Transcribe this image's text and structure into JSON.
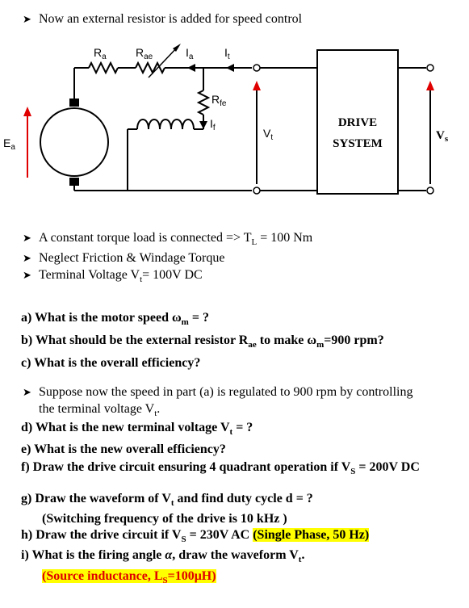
{
  "intro": "Now an external resistor is added for speed control",
  "circuit": {
    "label_ra_main": "R",
    "label_ra_sub": "a",
    "label_rae_main": "R",
    "label_rae_sub": "ae",
    "label_ia_main": "I",
    "label_ia_sub": "a",
    "label_it_main": "I",
    "label_it_sub": "t",
    "label_rfe_main": "R",
    "label_rfe_sub": "fe",
    "label_if_main": "I",
    "label_if_sub": "f",
    "label_vt_main": "V",
    "label_vt_sub": "t",
    "label_ea_main": "E",
    "label_ea_sub": "a",
    "label_vs_main": "V",
    "label_vs_sub": "s",
    "drive_line1": "DRIVE",
    "drive_line2": "SYSTEM"
  },
  "conditions": [
    {
      "pre": "A constant torque load is connected => T",
      "sub": "L",
      "post": " = 100 Nm"
    },
    {
      "pre": "Neglect Friction & Windage Torque",
      "sub": "",
      "post": ""
    },
    {
      "pre": "Terminal Voltage V",
      "sub": "t",
      "post": "= 100V DC"
    }
  ],
  "questions_a": [
    {
      "pre": "a) What is the motor speed ω",
      "sub": "m",
      "post": " = ?"
    },
    {
      "pre": "b) What should be the external resistor R",
      "sub": "ae",
      "post": " to make ω"
    },
    {
      "pre": "c) What is the overall efficiency?",
      "sub": "",
      "post": ""
    }
  ],
  "q_b_sub2": "m",
  "q_b_tail": "=900 rpm?",
  "suppose_line1": "Suppose now the speed in part (a) is regulated to 900 rpm by controlling",
  "suppose_line2_pre": "the terminal voltage V",
  "suppose_line2_sub": "t",
  "suppose_line2_post": ".",
  "questions_d": [
    {
      "pre": "d) What is the new terminal voltage V",
      "sub": "t",
      "post": " = ?"
    },
    {
      "pre": "e) What is the new overall efficiency?",
      "sub": "",
      "post": ""
    },
    {
      "pre": "f)  Draw the drive circuit ensuring 4 quadrant operation if V",
      "sub": "S",
      "post": " = 200V DC"
    }
  ],
  "q_g_pre": "g) Draw the waveform of V",
  "q_g_sub": "t",
  "q_g_post": " and find duty cycle d = ?",
  "q_g_line2": "(Switching frequency of the drive is 10 kHz )",
  "q_h_pre": "h) Draw the drive circuit if V",
  "q_h_sub": "S",
  "q_h_post": " = 230V AC ",
  "q_h_hl": "(Single Phase, 50 Hz)",
  "q_i_pre": "i)  What is the firing angle ",
  "q_i_alpha": "α",
  "q_i_mid": ", draw the waveform V",
  "q_i_sub": "t",
  "q_i_post": ".",
  "q_i_line2": "(Source inductance, L",
  "q_i_line2_sub": "S",
  "q_i_line2_post": "=100μH)"
}
